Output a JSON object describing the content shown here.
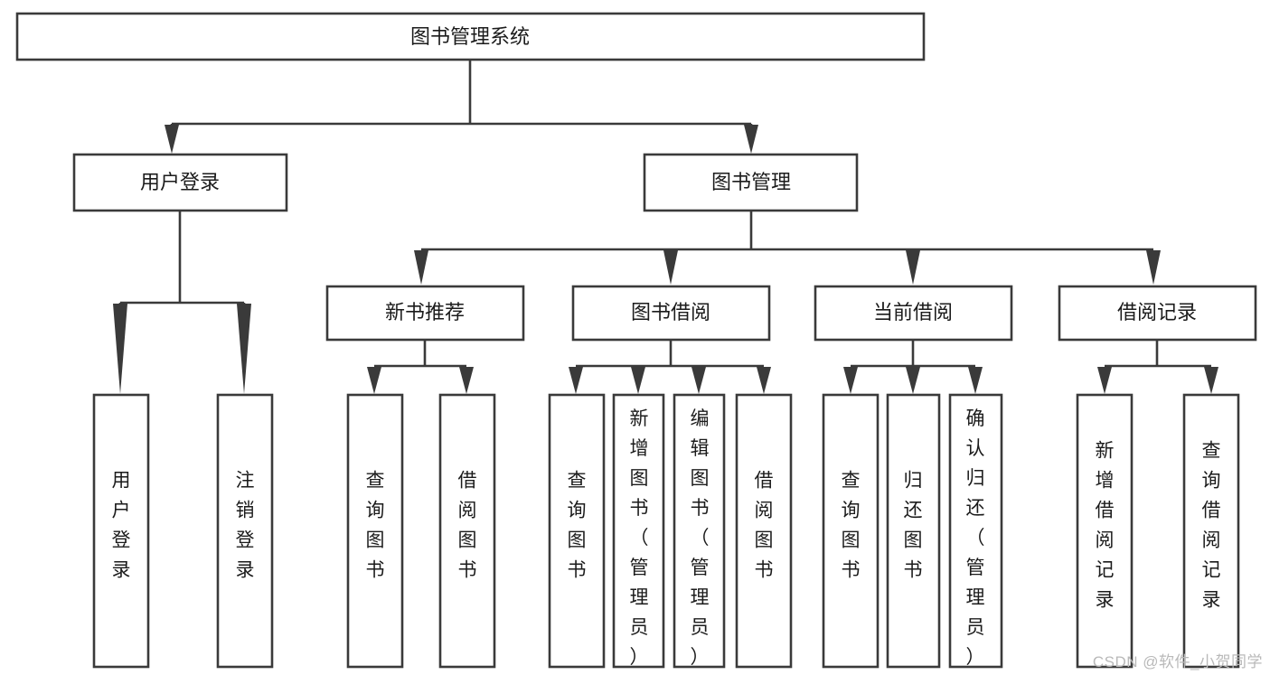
{
  "diagram": {
    "type": "tree-hierarchy",
    "title": "图书管理系统",
    "watermark": "CSDN @软件_小贺同学",
    "colors": {
      "stroke": "#3a3a3a",
      "fill": "#ffffff",
      "text": "#1b1b1b",
      "watermark": "#b9b9b9",
      "background": "#ffffff"
    },
    "levels": [
      {
        "level": 0,
        "nodes": [
          {
            "id": "root",
            "label": "图书管理系统",
            "orientation": "horizontal"
          }
        ]
      },
      {
        "level": 1,
        "nodes": [
          {
            "id": "user-login",
            "label": "用户登录",
            "orientation": "horizontal",
            "parent": "root"
          },
          {
            "id": "book-manage",
            "label": "图书管理",
            "orientation": "horizontal",
            "parent": "root"
          }
        ]
      },
      {
        "level": 2,
        "nodes": [
          {
            "id": "new-book-rec",
            "label": "新书推荐",
            "orientation": "horizontal",
            "parent": "book-manage"
          },
          {
            "id": "book-borrow",
            "label": "图书借阅",
            "orientation": "horizontal",
            "parent": "book-manage"
          },
          {
            "id": "current-borrow",
            "label": "当前借阅",
            "orientation": "horizontal",
            "parent": "book-manage"
          },
          {
            "id": "borrow-record",
            "label": "借阅记录",
            "orientation": "horizontal",
            "parent": "book-manage"
          }
        ]
      },
      {
        "level": 3,
        "nodes": [
          {
            "id": "leaf-user-login",
            "label": "用户登录",
            "orientation": "vertical",
            "parent": "user-login"
          },
          {
            "id": "leaf-logout",
            "label": "注销登录",
            "orientation": "vertical",
            "parent": "user-login"
          },
          {
            "id": "leaf-query-book-1",
            "label": "查询图书",
            "orientation": "vertical",
            "parent": "new-book-rec"
          },
          {
            "id": "leaf-borrow-book-1",
            "label": "借阅图书",
            "orientation": "vertical",
            "parent": "new-book-rec"
          },
          {
            "id": "leaf-query-book-2",
            "label": "查询图书",
            "orientation": "vertical",
            "parent": "book-borrow"
          },
          {
            "id": "leaf-add-book",
            "label": "新增图书（管理员）",
            "orientation": "vertical",
            "parent": "book-borrow"
          },
          {
            "id": "leaf-edit-book",
            "label": "编辑图书（管理员）",
            "orientation": "vertical",
            "parent": "book-borrow"
          },
          {
            "id": "leaf-borrow-book-2",
            "label": "借阅图书",
            "orientation": "vertical",
            "parent": "book-borrow"
          },
          {
            "id": "leaf-query-book-3",
            "label": "查询图书",
            "orientation": "vertical",
            "parent": "current-borrow"
          },
          {
            "id": "leaf-return-book",
            "label": "归还图书",
            "orientation": "vertical",
            "parent": "current-borrow"
          },
          {
            "id": "leaf-confirm-return",
            "label": "确认归还（管理员）",
            "orientation": "vertical",
            "parent": "current-borrow"
          },
          {
            "id": "leaf-add-record",
            "label": "新增借阅记录",
            "orientation": "vertical",
            "parent": "borrow-record"
          },
          {
            "id": "leaf-query-record",
            "label": "查询借阅记录",
            "orientation": "vertical",
            "parent": "borrow-record"
          }
        ]
      }
    ]
  }
}
